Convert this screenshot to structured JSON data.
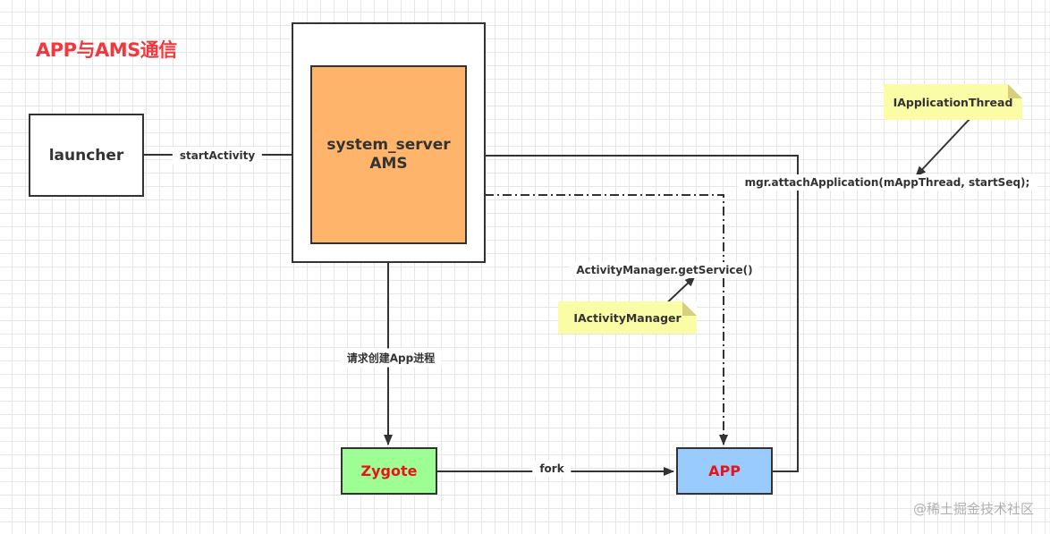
{
  "title": "APP与AMS通信",
  "nodes": {
    "launcher": "launcher",
    "system_server_line1": "system_server",
    "system_server_line2": "AMS",
    "zygote": "Zygote",
    "app": "APP"
  },
  "edges": {
    "start_activity": "startActivity",
    "request_create_process": "请求创建App进程",
    "fork": "fork",
    "attach_application": "mgr.attachApplication(mAppThread, startSeq);",
    "get_service": "ActivityManager.getService()"
  },
  "notes": {
    "application_thread": "IApplicationThread",
    "activity_manager": "IActivityManager"
  },
  "colors": {
    "title": "#f0393e",
    "ams_fill": "#ffb46b",
    "zygote_fill": "#9cfe93",
    "app_fill": "#99cbfe",
    "node_text_red": "#e8141b",
    "note_fill": "#fbfca6"
  },
  "watermark": "@稀土掘金技术社区"
}
